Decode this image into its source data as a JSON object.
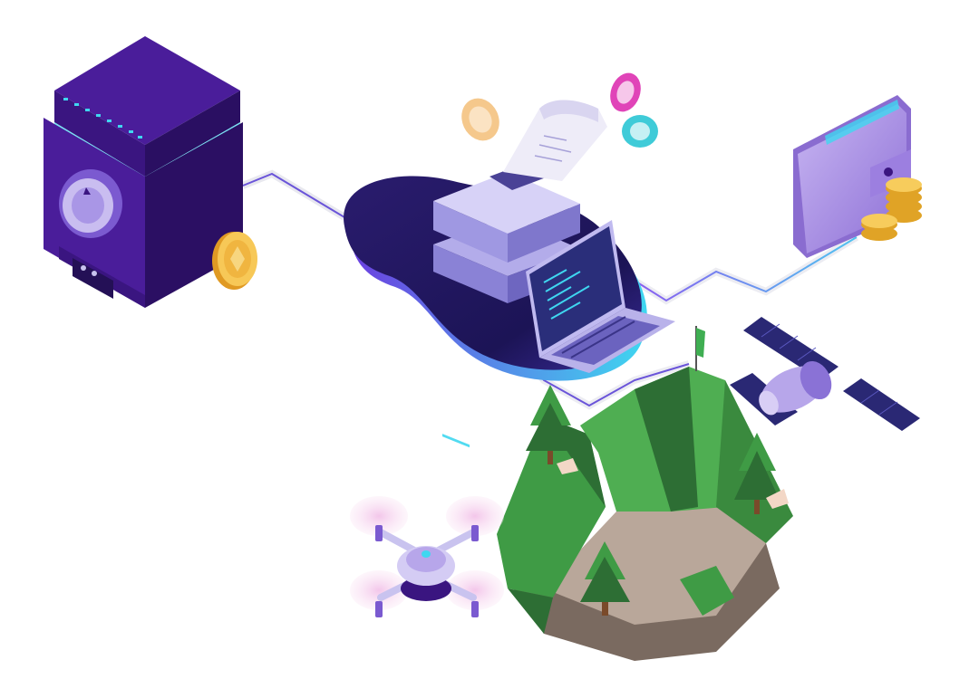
{
  "illustration": {
    "colors": {
      "background": "#ffffff",
      "vault_dark": "#2b0f63",
      "vault_mid": "#3d1688",
      "vault_light": "#5a25b0",
      "accent_cyan": "#3fd7f0",
      "coin_gold": "#f5b942",
      "blob_navy": "#1e1659",
      "device_lilac": "#c9c3ef",
      "screen_navy": "#2a2e7a",
      "wallet_lilac": "#a98ee0",
      "forest_green": "#3f9b45",
      "forest_dark": "#2d6e34",
      "ground_tan": "#b9a79a",
      "satellite_panel": "#2a2874",
      "drone_pink": "#f7d7ee",
      "connector_line": "#6a54d9"
    },
    "objects": [
      {
        "name": "vault",
        "icon": "safe-vault-icon"
      },
      {
        "name": "gold-coin",
        "icon": "coin-icon"
      },
      {
        "name": "printer-server",
        "icon": "printer-icon"
      },
      {
        "name": "laptop",
        "icon": "laptop-icon"
      },
      {
        "name": "casino-chips",
        "icon": "poker-chip-icon"
      },
      {
        "name": "wallet",
        "icon": "wallet-icon"
      },
      {
        "name": "coin-stack",
        "icon": "coins-icon"
      },
      {
        "name": "satellite",
        "icon": "satellite-icon"
      },
      {
        "name": "forest-island",
        "icon": "mountain-icon"
      },
      {
        "name": "flag",
        "icon": "flag-icon"
      },
      {
        "name": "drone",
        "icon": "drone-icon"
      }
    ]
  }
}
